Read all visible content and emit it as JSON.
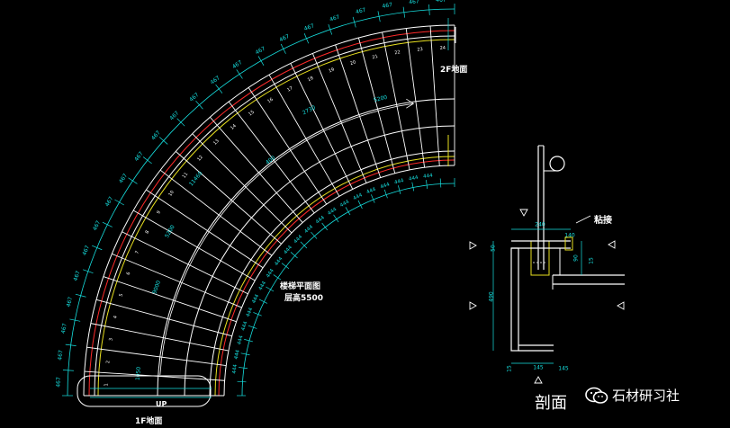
{
  "plan": {
    "label_2f": "2F地面",
    "label_1f": "1F地面",
    "label_up": "UP",
    "title": "楼梯平面图",
    "height": "层高5500",
    "outer_dims": [
      "467",
      "467",
      "467",
      "467",
      "467",
      "467",
      "467",
      "467",
      "467",
      "467",
      "467",
      "467",
      "467",
      "467",
      "467",
      "467",
      "467",
      "467",
      "467",
      "467",
      "467",
      "467",
      "467"
    ],
    "inner_dims": [
      "444",
      "444",
      "444",
      "444",
      "444",
      "444",
      "444",
      "444",
      "444",
      "444",
      "444",
      "444",
      "444",
      "444",
      "444",
      "444",
      "444",
      "444",
      "444",
      "444",
      "444"
    ],
    "misc_dims": [
      "1050",
      "9000",
      "5200",
      "11460",
      "400",
      "2730",
      "5200"
    ]
  },
  "section": {
    "label_handrail": "粘接",
    "dims": [
      "240",
      "140",
      "15",
      "145",
      "50",
      "490",
      "90",
      "15",
      "145"
    ],
    "caption": "剖面"
  },
  "watermark": {
    "text": "石材研习社"
  },
  "colors": {
    "line_white": "#ffffff",
    "line_cyan": "#16e0e0",
    "line_red": "#ff2a2a",
    "line_yellow": "#e8e020"
  }
}
